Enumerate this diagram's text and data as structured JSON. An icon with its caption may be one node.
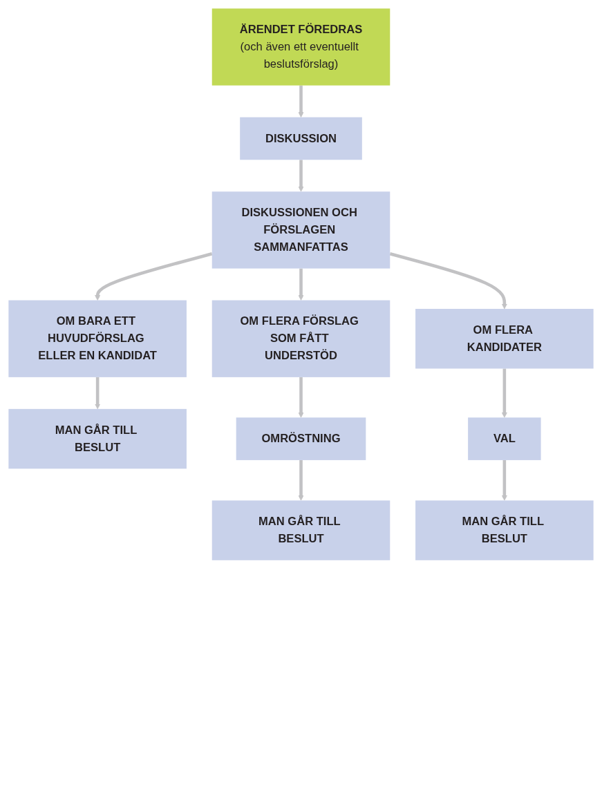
{
  "diagram": {
    "nodes": [
      {
        "text": [
          "ÄRENDET FÖREDRAS",
          "(och även ett eventuellt beslutsförslag)"
        ]
      },
      {
        "text": [
          "DISKUSSION"
        ]
      },
      {
        "text": [
          "DISKUSSIONEN OCH FÖRSLAGEN SAMMANFATTAS"
        ]
      },
      {
        "text": [
          "OM BARA ETT HUVUDFÖRSLAG ELLER EN KANDIDAT"
        ]
      },
      {
        "text": [
          "OM FLERA FÖRSLAG SOM FÅTT UNDERSTÖD"
        ]
      },
      {
        "text": [
          "OM FLERA KANDIDATER"
        ]
      },
      {
        "text": [
          "MAN GÅR TILL BESLUT"
        ]
      },
      {
        "text": [
          "OMRÖSTNING"
        ]
      },
      {
        "text": [
          "VAL"
        ]
      },
      {
        "text": [
          "MAN GÅR TILL BESLUT"
        ]
      },
      {
        "text": [
          "MAN GÅR TILL BESLUT"
        ]
      }
    ],
    "edges": [
      {
        "from": 0,
        "to": 1,
        "arrow": "to"
      },
      {
        "from": 1,
        "to": 2,
        "arrow": "to"
      },
      {
        "from": 2,
        "to": 3,
        "arrow": "to"
      },
      {
        "from": 2,
        "to": 4,
        "arrow": "to"
      },
      {
        "from": 2,
        "to": 5,
        "arrow": "to"
      },
      {
        "from": 3,
        "to": 6,
        "arrow": "to"
      },
      {
        "from": 4,
        "to": 7,
        "arrow": "to"
      },
      {
        "from": 5,
        "to": 8,
        "arrow": "to"
      },
      {
        "from": 7,
        "to": 9,
        "arrow": "to"
      },
      {
        "from": 8,
        "to": 10,
        "arrow": "to"
      }
    ]
  }
}
